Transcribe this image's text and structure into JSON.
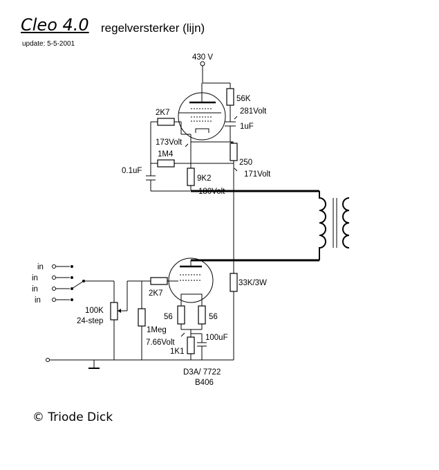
{
  "header": {
    "title": "Cleo 4.0",
    "subtitle": "regelversterker (lijn)",
    "update": "update: 5-5-2001"
  },
  "footer": {
    "copyright": "© Triode Dick"
  },
  "labels": {
    "supply": "430 V",
    "r_56k": "56K",
    "v_281": "281Volt",
    "c_1uf": "1uF",
    "r_2k7_top": "2K7",
    "v_173": "173Volt",
    "r_1m4": "1M4",
    "r_250": "250",
    "c_01uf": "0.1uF",
    "v_171": "171Volt",
    "r_9k2": "9K2",
    "v_180": "180Volt",
    "input_1": "in",
    "input_2": "in",
    "input_3": "in",
    "input_4": "in",
    "pot_value": "100K",
    "pot_steps": "24-step",
    "r_2k7_bottom": "2K7",
    "r_1meg": "1Meg",
    "r_56_left": "56",
    "r_56_right": "56",
    "v_766": "7.66Volt",
    "c_100uf": "100uF",
    "r_1k1": "1K1",
    "r_33k": "33K/3W",
    "tube_type": "D3A/ 7722",
    "tube_code": "B406"
  }
}
